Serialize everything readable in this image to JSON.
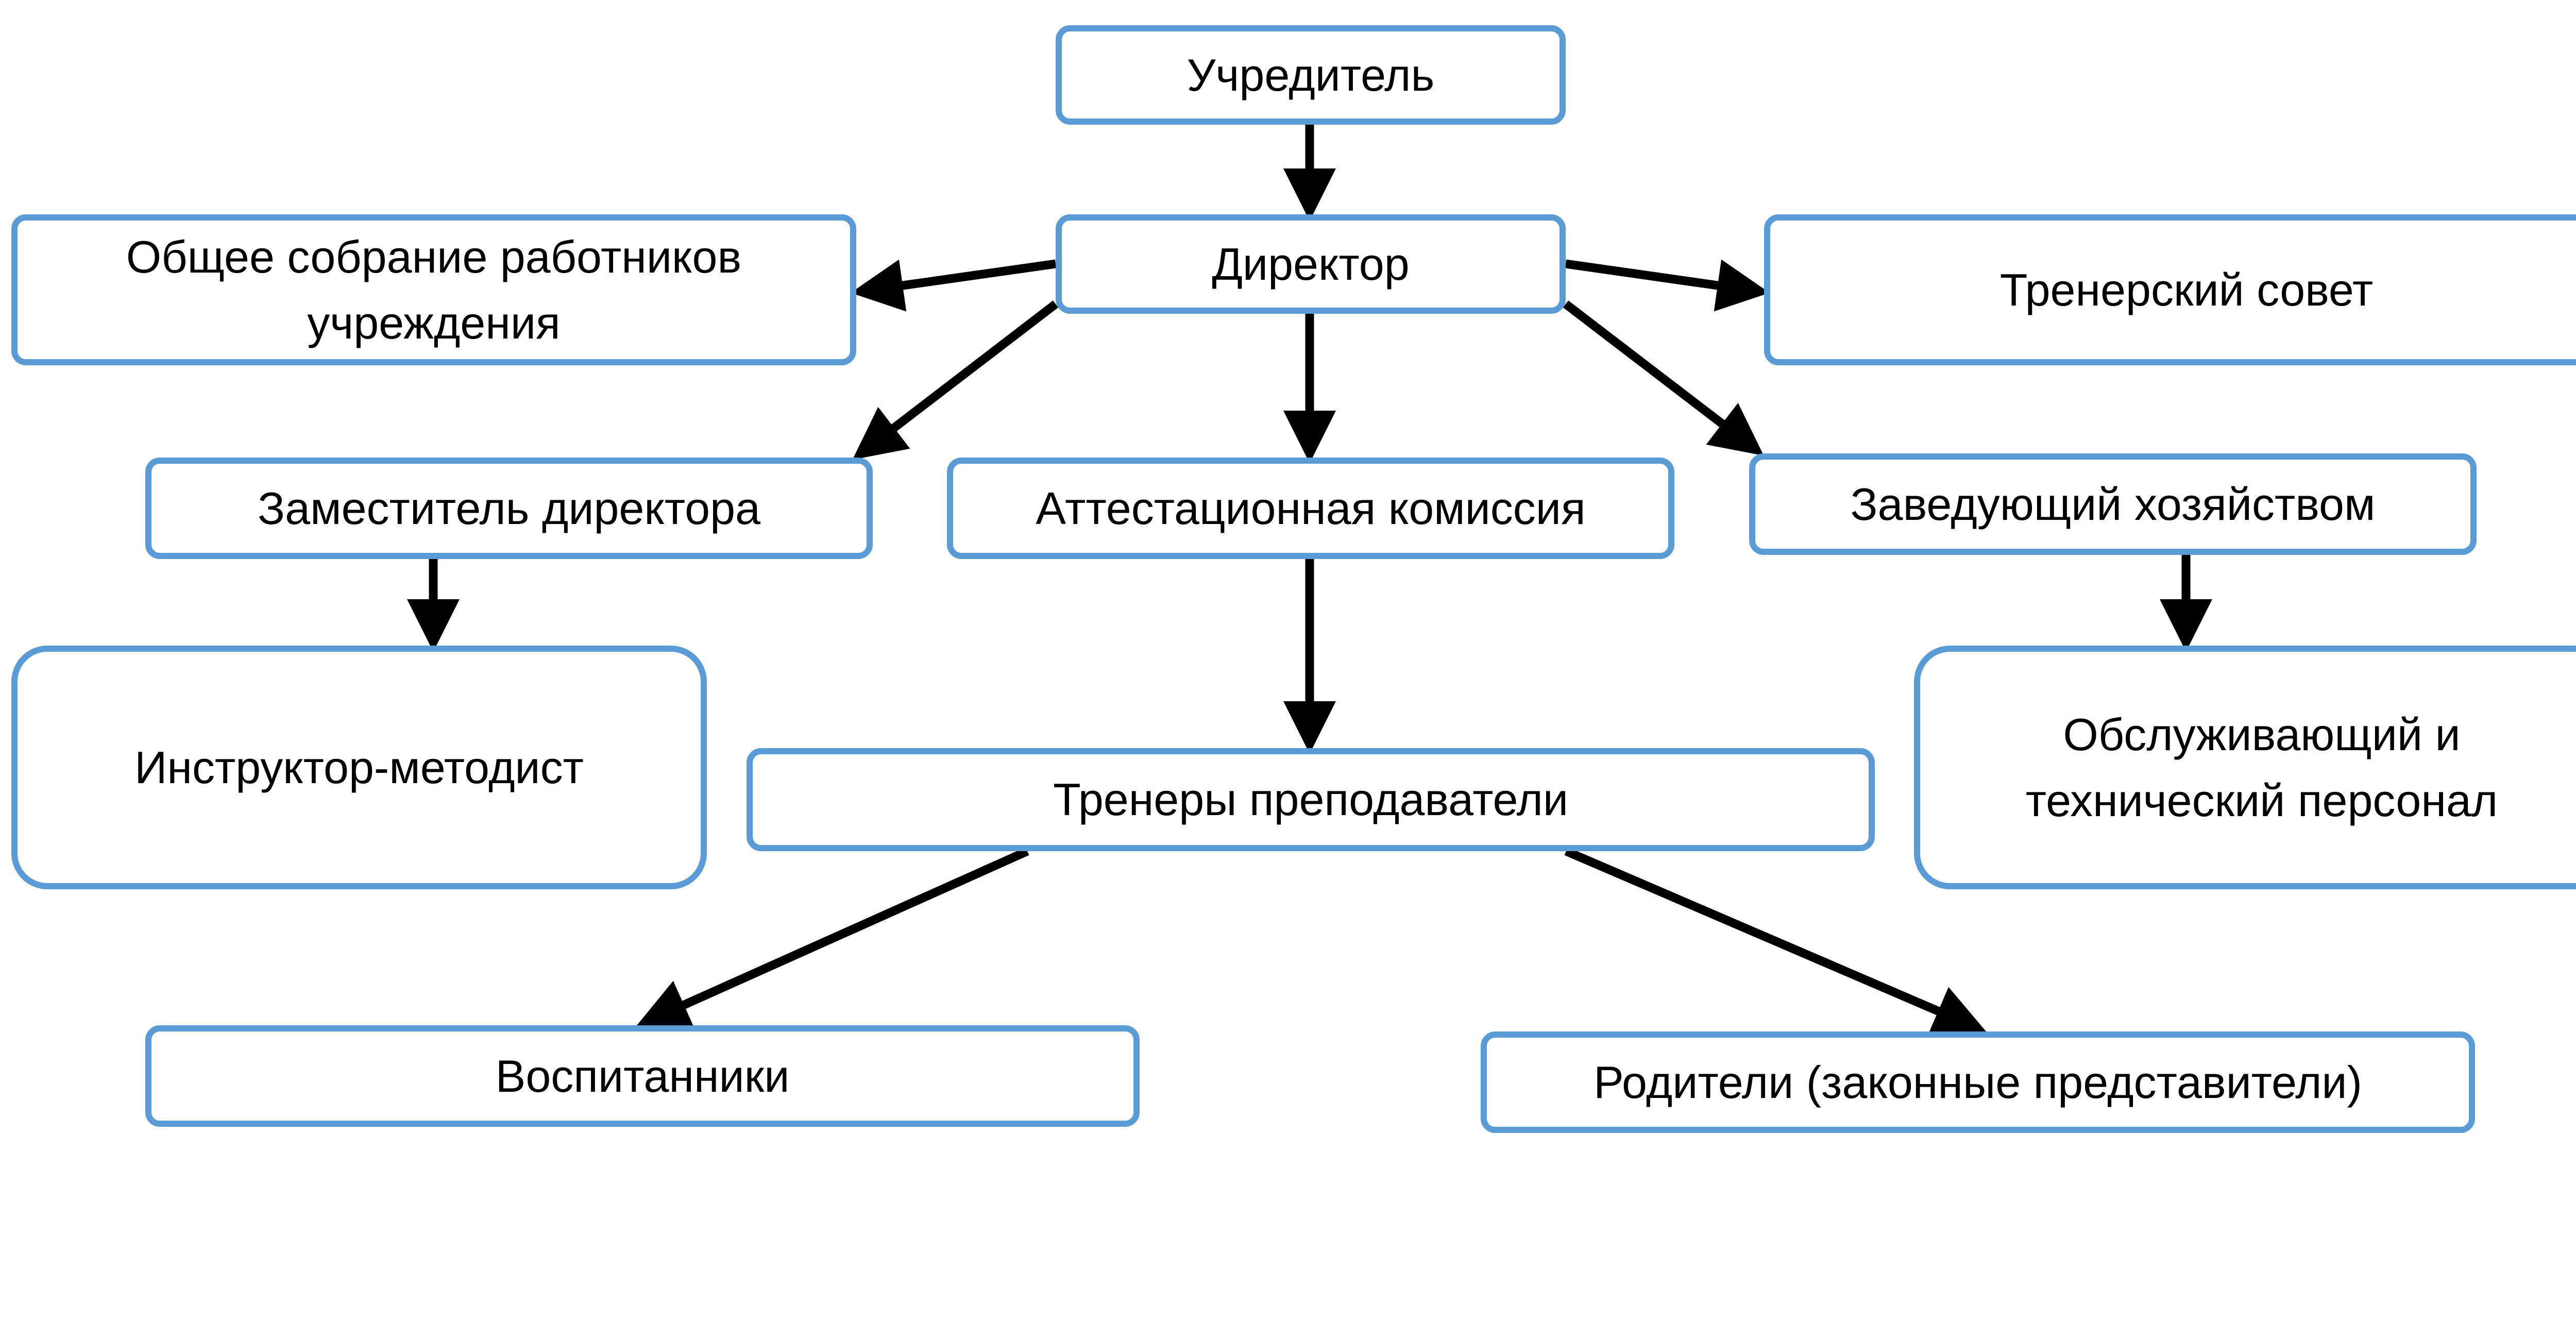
{
  "diagram": {
    "nodes": {
      "founder": "Учредитель",
      "director": "Директор",
      "general_meeting": [
        "Общее собрание работников",
        "учреждения"
      ],
      "coaching_council": "Тренерский совет",
      "deputy_director": "Заместитель директора",
      "attestation_commission": "Аттестационная комиссия",
      "supply_manager": "Заведующий хозяйством",
      "instructor_methodist": "Инструктор-методист",
      "service_staff": [
        "Обслуживающий и",
        "технический персонал"
      ],
      "trainers": "Тренеры преподаватели",
      "pupils": "Воспитанники",
      "parents": "Родители (законные представители)"
    },
    "edges": [
      {
        "from": "founder",
        "to": "director"
      },
      {
        "from": "director",
        "to": "general_meeting"
      },
      {
        "from": "director",
        "to": "coaching_council"
      },
      {
        "from": "director",
        "to": "deputy_director"
      },
      {
        "from": "director",
        "to": "attestation_commission"
      },
      {
        "from": "director",
        "to": "supply_manager"
      },
      {
        "from": "deputy_director",
        "to": "instructor_methodist"
      },
      {
        "from": "attestation_commission",
        "to": "trainers"
      },
      {
        "from": "supply_manager",
        "to": "service_staff"
      },
      {
        "from": "trainers",
        "to": "pupils"
      },
      {
        "from": "trainers",
        "to": "parents"
      }
    ],
    "colors": {
      "box_border": "#5b9bd5",
      "arrow": "#000000",
      "text": "#000000"
    }
  }
}
